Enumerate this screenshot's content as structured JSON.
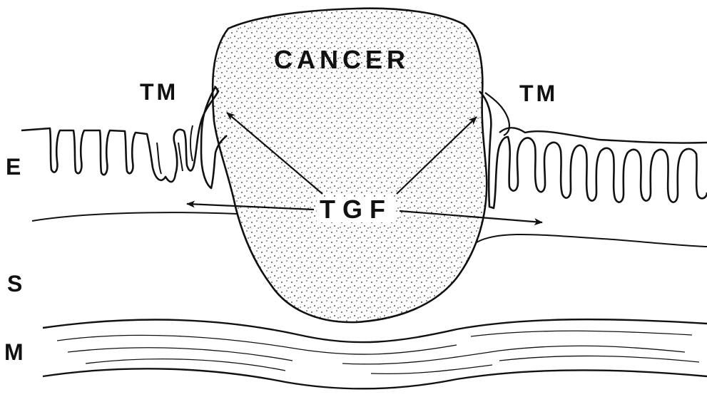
{
  "labels": {
    "cancer": "CANCER",
    "tm_left": "TM",
    "tm_right": "TM",
    "tgf": "TGF",
    "epithelium": "E",
    "stroma": "S",
    "muscle": "M"
  },
  "colors": {
    "ink": "#111111",
    "background": "#ffffff"
  }
}
